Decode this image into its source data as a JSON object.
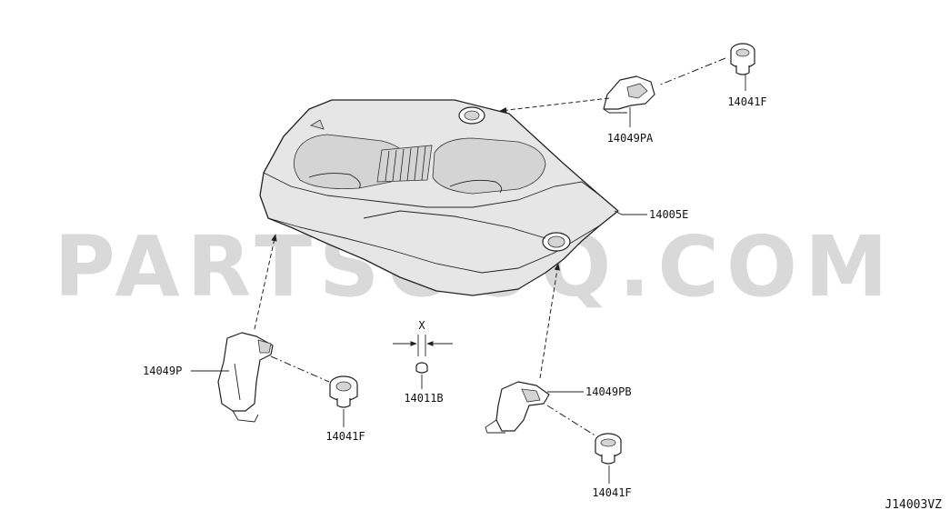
{
  "watermark": "PARTSOUQ.COM",
  "diagram_id": "J14003VZ",
  "dimension_marker": "X",
  "callouts": {
    "p14005E": "14005E",
    "p14049PA": "14049PA",
    "p14041F_top": "14041F",
    "p14049P": "14049P",
    "p14041F_left": "14041F",
    "p14011B": "14011B",
    "p14049PB": "14049PB",
    "p14041F_bottom": "14041F"
  }
}
